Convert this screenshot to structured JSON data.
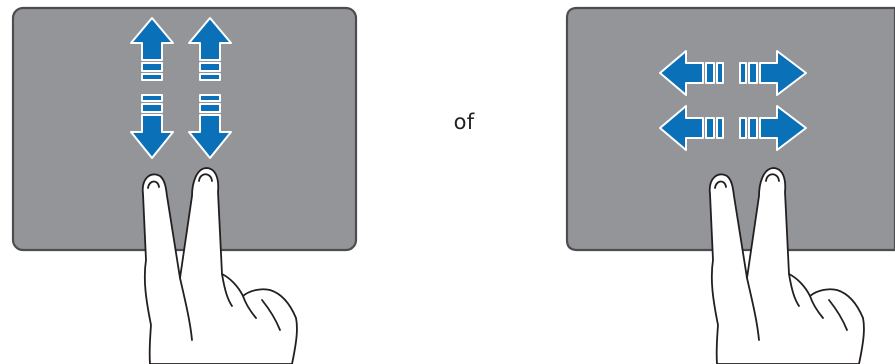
{
  "separator_text": "of",
  "left_gesture": {
    "icon": "two-finger-vertical-scroll-icon",
    "direction": "vertical"
  },
  "right_gesture": {
    "icon": "two-finger-horizontal-scroll-icon",
    "direction": "horizontal"
  },
  "colors": {
    "touchpad_fill": "#939598",
    "touchpad_stroke": "#4d4d4f",
    "arrow_fill": "#0a71b8",
    "arrow_stroke": "#ffffff",
    "hand_stroke": "#231f20"
  }
}
